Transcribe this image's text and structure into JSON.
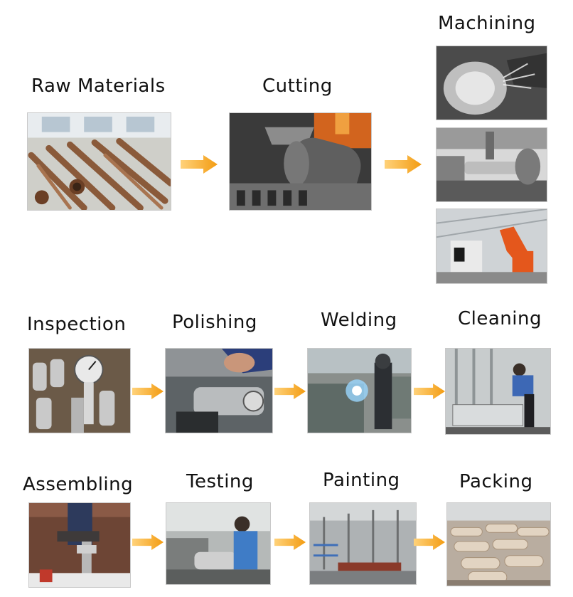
{
  "steps": {
    "raw_materials": "Raw Materials",
    "cutting": "Cutting",
    "machining": "Machining",
    "inspection": "Inspection",
    "polishing": "Polishing",
    "welding": "Welding",
    "cleaning": "Cleaning",
    "assembling": "Assembling",
    "testing": "Testing",
    "painting": "Painting",
    "packing": "Packing"
  },
  "colors": {
    "arrow": "#f5a623",
    "arrow_light": "#ffd27a"
  }
}
